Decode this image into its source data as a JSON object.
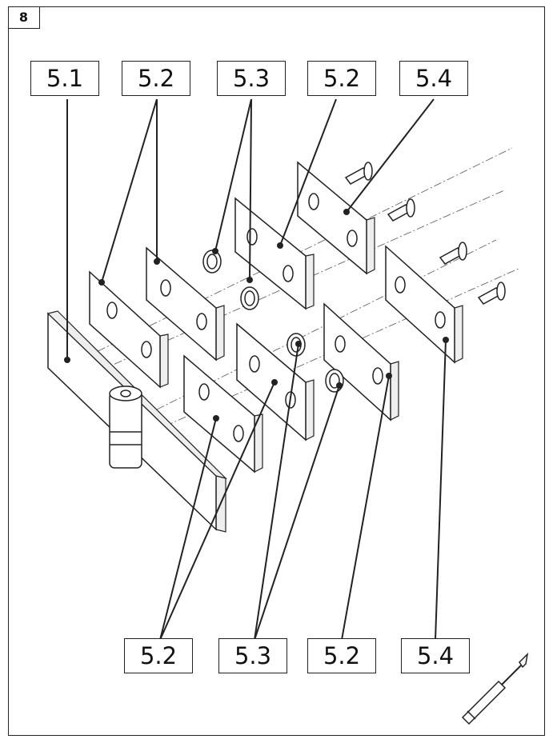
{
  "step_number": "8",
  "callouts_top": [
    "5.1",
    "5.2",
    "5.3",
    "5.2",
    "5.4"
  ],
  "callouts_bottom": [
    "5.2",
    "5.3",
    "5.2",
    "5.4"
  ],
  "tool_icon": "screwdriver-icon",
  "colors": {
    "line": "#222222",
    "part_fill": "#ffffff",
    "shade": "#e6e6e6"
  }
}
